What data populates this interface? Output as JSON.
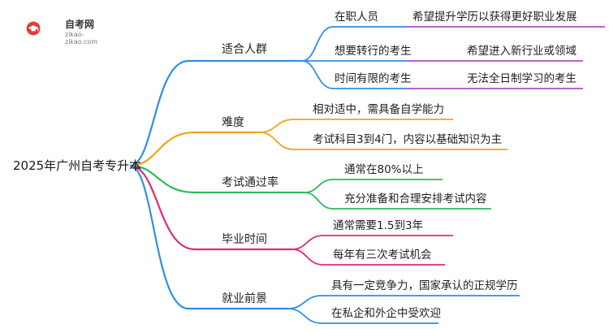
{
  "logo": {
    "title": "自考网",
    "url": "zikao-zikao.com",
    "accent": "#e63b3b"
  },
  "root": "2025年广州自考专升本",
  "colors": {
    "blue": "#2f8fe6",
    "orange": "#f2a31a",
    "green": "#2dbb5c",
    "magenta": "#e2287a",
    "purple": "#b548c6"
  },
  "branches": [
    {
      "label": "适合人群",
      "color": "blue",
      "items": [
        {
          "text": "在职人员",
          "detail": "希望提升学历以获得更好职业发展"
        },
        {
          "text": "想要转行的考生",
          "detail": "希望进入新行业或领域"
        },
        {
          "text": "时间有限的考生",
          "detail": "无法全日制学习的考生"
        }
      ]
    },
    {
      "label": "难度",
      "color": "orange",
      "items": [
        {
          "text": "相对适中，需具备自学能力"
        },
        {
          "text": "考试科目3到4门，内容以基础知识为主"
        }
      ]
    },
    {
      "label": "考试通过率",
      "color": "green",
      "items": [
        {
          "text": "通常在80%以上"
        },
        {
          "text": "充分准备和合理安排考试内容"
        }
      ]
    },
    {
      "label": "毕业时间",
      "color": "magenta",
      "items": [
        {
          "text": "通常需要1.5到3年"
        },
        {
          "text": "每年有三次考试机会"
        }
      ]
    },
    {
      "label": "就业前景",
      "color": "blue",
      "items": [
        {
          "text": "具有一定竞争力，国家承认的正规学历"
        },
        {
          "text": "在私企和外企中受欢迎"
        }
      ]
    }
  ]
}
